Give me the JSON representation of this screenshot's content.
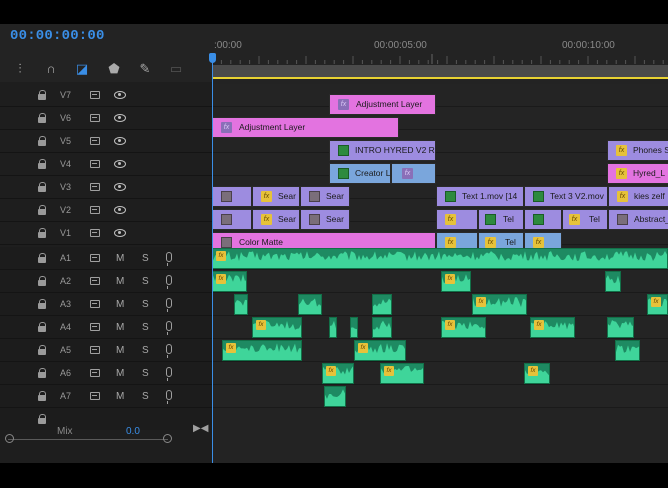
{
  "timecode": "00:00:00:00",
  "ruler": {
    "ticks": [
      {
        "label": ":00:00"
      },
      {
        "label": "00:00:05:00"
      },
      {
        "label": "00:00:10:00"
      }
    ]
  },
  "toolbar": {
    "icons": [
      "ripple-snap-icon",
      "magnet-icon",
      "linked-selection-icon",
      "marker-icon",
      "wrench-icon",
      "captions-icon"
    ]
  },
  "video_tracks": [
    {
      "label": "V7"
    },
    {
      "label": "V6"
    },
    {
      "label": "V5"
    },
    {
      "label": "V4"
    },
    {
      "label": "V3"
    },
    {
      "label": "V2"
    },
    {
      "label": "V1"
    }
  ],
  "audio_tracks": [
    {
      "label": "A1",
      "m": "M",
      "s": "S"
    },
    {
      "label": "A2",
      "m": "M",
      "s": "S"
    },
    {
      "label": "A3",
      "m": "M",
      "s": "S"
    },
    {
      "label": "A4",
      "m": "M",
      "s": "S"
    },
    {
      "label": "A5",
      "m": "M",
      "s": "S"
    },
    {
      "label": "A6",
      "m": "M",
      "s": "S"
    },
    {
      "label": "A7",
      "m": "M",
      "s": "S"
    }
  ],
  "mix": {
    "label": "Mix",
    "value": "0.0"
  },
  "clips": {
    "v7_adjustment": "Adjustment Layer",
    "v6_adjustment": "Adjustment Layer",
    "v5_intro": "INTRO HYRED V2 R",
    "v5_phones": "Phones S",
    "v4_creator": "Creator L",
    "v4_hyred": "Hyred_L",
    "v3_sear1": "Sear",
    "v3_sear2": "Sear",
    "v3_text1": "Text 1.mov [14",
    "v3_text3": "Text 3 V2.mov",
    "v3_kies": "kies zelf",
    "v2_sear1": "Sear",
    "v2_sear2": "Sear",
    "v2_tel1": "Tel",
    "v2_tel2": "Tel",
    "v2_abstract": "Abstract_",
    "v1_color": "Color Matte",
    "v1_tel": "Tel"
  },
  "colors": {
    "timecode": "#3a8ee6",
    "playhead": "#3a8ee6",
    "adjustment_layer": "#e373e0",
    "nested_clip": "#9d8ce0",
    "video_clip": "#7aa6dc",
    "audio_clip": "#1e8a62",
    "work_area": "#e8d232"
  }
}
